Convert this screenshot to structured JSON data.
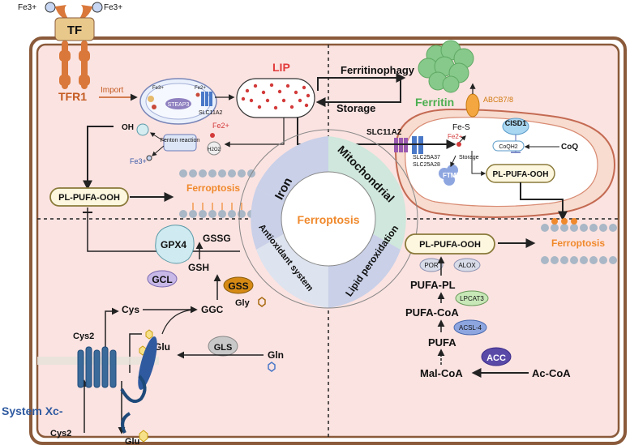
{
  "colors": {
    "outer_border": "#8a5a3a",
    "cell_fill": "#fbe3e1",
    "tf_fill": "#e9c98b",
    "receptor": "#d9783a",
    "lip_text": "#e23b3b",
    "ferritin_text": "#4caf50",
    "ferroptosis_text": "#f0892c",
    "box_fill": "#fdf7df",
    "box_border": "#8a7a3a",
    "iron_quad": "#c9d0e8",
    "mito_quad": "#cfe7dc",
    "systemxc": "#2f5aa0"
  },
  "labels": {
    "fe3_left": "Fe3+",
    "fe3_right": "Fe3+",
    "tf": "TF",
    "tfr1": "TFR1",
    "import": "Import",
    "steap3": "STEAP3",
    "slc11a2_endo": "SLC11A2",
    "fe3_endo": "Fe3+",
    "fe2_endo": "Fe2+",
    "lip": "LIP",
    "ferritinophagy": "Ferritinophagy",
    "storage": "Storage",
    "ferritin": "Ferritin",
    "oh": "OH",
    "fe2_fenton": "Fe2+",
    "fenton": "Fenton\nreaction",
    "h2o2": "H2O2",
    "fe3_fenton": "Fe3+",
    "pl_pufa_ooh_left": "PL-PUFA-OOH",
    "ferroptosis_top": "Ferroptosis",
    "slc11a2_mito": "SLC11A2",
    "slc25a37": "SLC25A37",
    "slc25a28": "SLC25A28",
    "fe2_mito": "Fe2+",
    "storage_mito": "Storage",
    "fes": "Fe-S",
    "abcb78": "ABCB7/8",
    "cisd1": "CISD1",
    "coqh2": "CoQH2",
    "coq": "CoQ",
    "ftmt": "FTMT",
    "pl_pufa_ooh_mito": "PL-PUFA-OOH",
    "ring_iron": "Iron",
    "ring_mito": "Mitochondrial",
    "ring_center": "Ferroptosis",
    "ring_lipid": "Lipid peroxidation",
    "ring_antiox": "Antioxidant system",
    "gpx4": "GPX4",
    "gssg": "GSSG",
    "gsh": "GSH",
    "gss": "GSS",
    "gcl": "GCL",
    "cys": "Cys",
    "ggc": "GGC",
    "gly": "Gly",
    "glu": "Glu",
    "gls": "GLS",
    "gln": "Gln",
    "cys2_top": "Cys2",
    "cys2_bottom": "Cys2",
    "glu_bottom": "Glu",
    "system_xc": "System Xc-",
    "pl_pufa_ooh_right": "PL-PUFA-OOH",
    "ferroptosis_right": "Ferroptosis",
    "por": "POR",
    "alox": "ALOX",
    "pufa_pl": "PUFA-PL",
    "lpcat3": "LPCAT3",
    "pufa_coa": "PUFA-CoA",
    "acsl4": "ACSL-4",
    "pufa": "PUFA",
    "acc": "ACC",
    "mal_coa": "Mal-CoA",
    "ac_coa": "Ac-CoA"
  }
}
